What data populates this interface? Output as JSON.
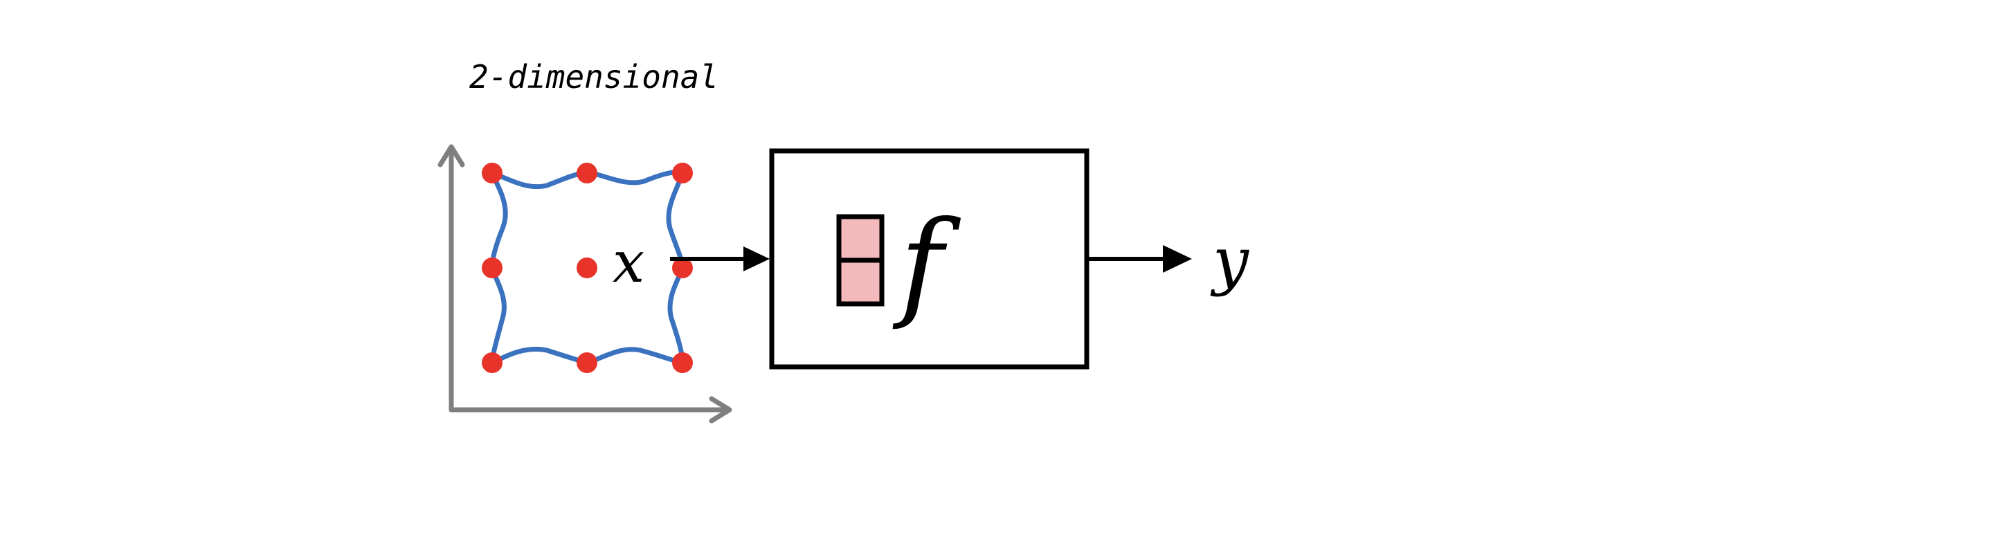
{
  "diagram": {
    "title": "2-dimensional",
    "input_label": "x",
    "function_label": "f",
    "output_label": "y",
    "colors": {
      "axis": "#7f7f7f",
      "grid_curve": "#3a72c0",
      "point": "#e8332a",
      "block_fill": "#f4b9bb",
      "stroke": "#000000"
    }
  }
}
